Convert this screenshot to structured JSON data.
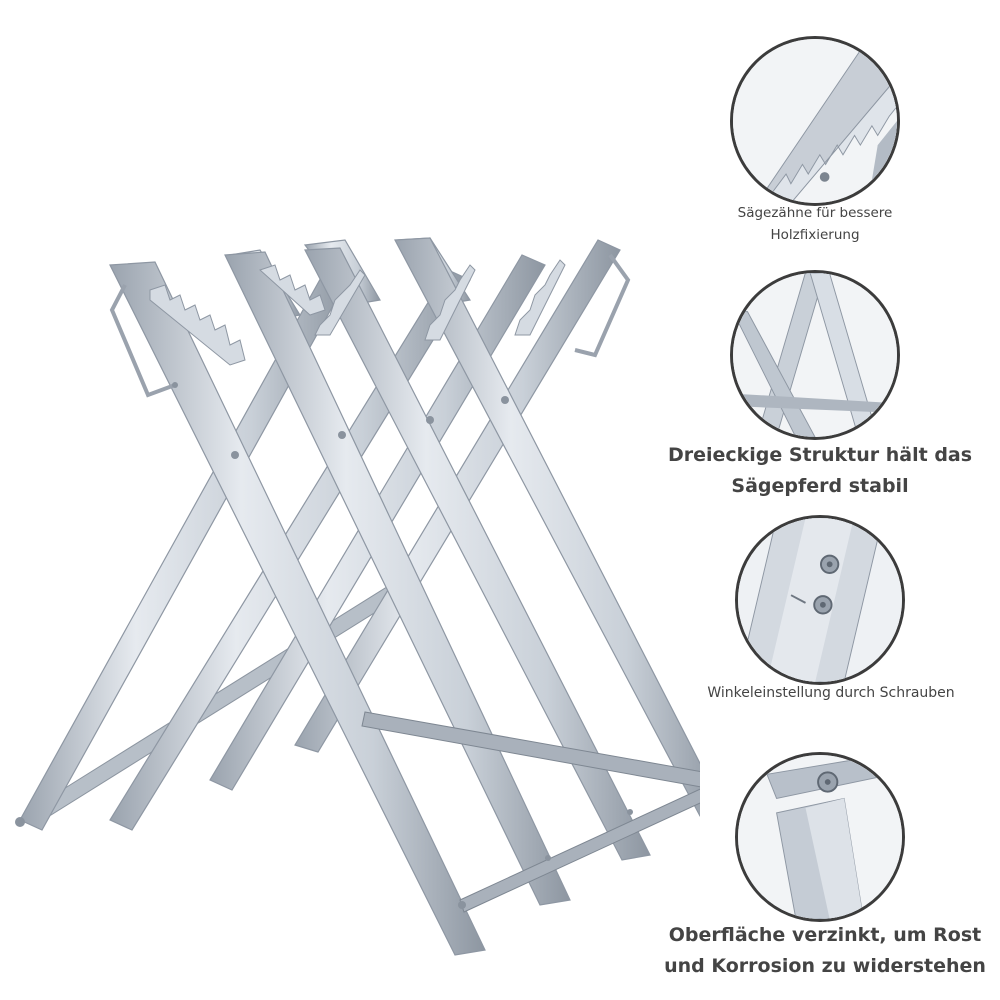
{
  "colors": {
    "background": "#ffffff",
    "metal_light": "#e3e7ec",
    "metal_mid": "#c3cad3",
    "metal_dark": "#8e97a3",
    "circle_border": "#3c3c3c",
    "text": "#444444"
  },
  "features": [
    {
      "icon": "saw-teeth-closeup-icon",
      "caption": "Sägezähne für bessere Holzfixierung",
      "caption_lines": [
        "Sägezähne für bessere",
        "Holzfixierung"
      ]
    },
    {
      "icon": "triangle-structure-closeup-icon",
      "caption": "Dreieckige Struktur hält das Sägepferd stabil",
      "caption_lines": [
        "Dreieckige Struktur hält das",
        "Sägepferd stabil"
      ]
    },
    {
      "icon": "screw-adjustment-closeup-icon",
      "caption": "Winkeleinstellung durch Schrauben",
      "caption_lines": [
        "Winkeleinstellung durch Schrauben"
      ]
    },
    {
      "icon": "galvanized-surface-closeup-icon",
      "caption": "Oberfläche verzinkt, um Rost und Korrosion zu widerstehen",
      "caption_lines": [
        "Oberfläche verzinkt, um Rost",
        "und Korrosion zu widerstehen"
      ]
    }
  ]
}
